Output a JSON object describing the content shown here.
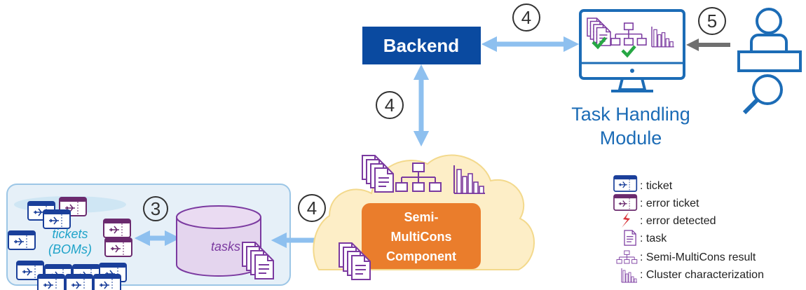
{
  "nodes": {
    "backend": "Backend",
    "semi_multicons": [
      "Semi-",
      "MultiCons",
      "Component"
    ],
    "task_handling": [
      "Task Handling",
      "Module"
    ],
    "tickets": [
      "tickets",
      "(BOMs)"
    ],
    "tasks_db": "tasks"
  },
  "steps": {
    "top": "④",
    "vertical": "④",
    "cloud_left": "④",
    "tickets_tasks": "③",
    "user": "⑤"
  },
  "legend": [
    {
      "icon": "ticket-icon",
      "label": ": ticket"
    },
    {
      "icon": "error-ticket-icon",
      "label": ": error ticket"
    },
    {
      "icon": "error-detected-icon",
      "label": ": error detected"
    },
    {
      "icon": "task-icon",
      "label": ": task"
    },
    {
      "icon": "semi-multicons-result-icon",
      "label": ": Semi-MultiCons result"
    },
    {
      "icon": "cluster-characterization-icon",
      "label": ": Cluster characterization"
    }
  ],
  "colors": {
    "backend": "#0a4aa0",
    "component": "#ea7d2c",
    "arrow": "#8ec0ef",
    "cloud": "#fdeec7",
    "tickets_box": "#e6f0f8",
    "ticket": "#1a3f9a",
    "error_ticket": "#6b2a6e",
    "task": "#7b3aa0",
    "module_text": "#1c6cb6",
    "user": "#1c6cb6"
  }
}
